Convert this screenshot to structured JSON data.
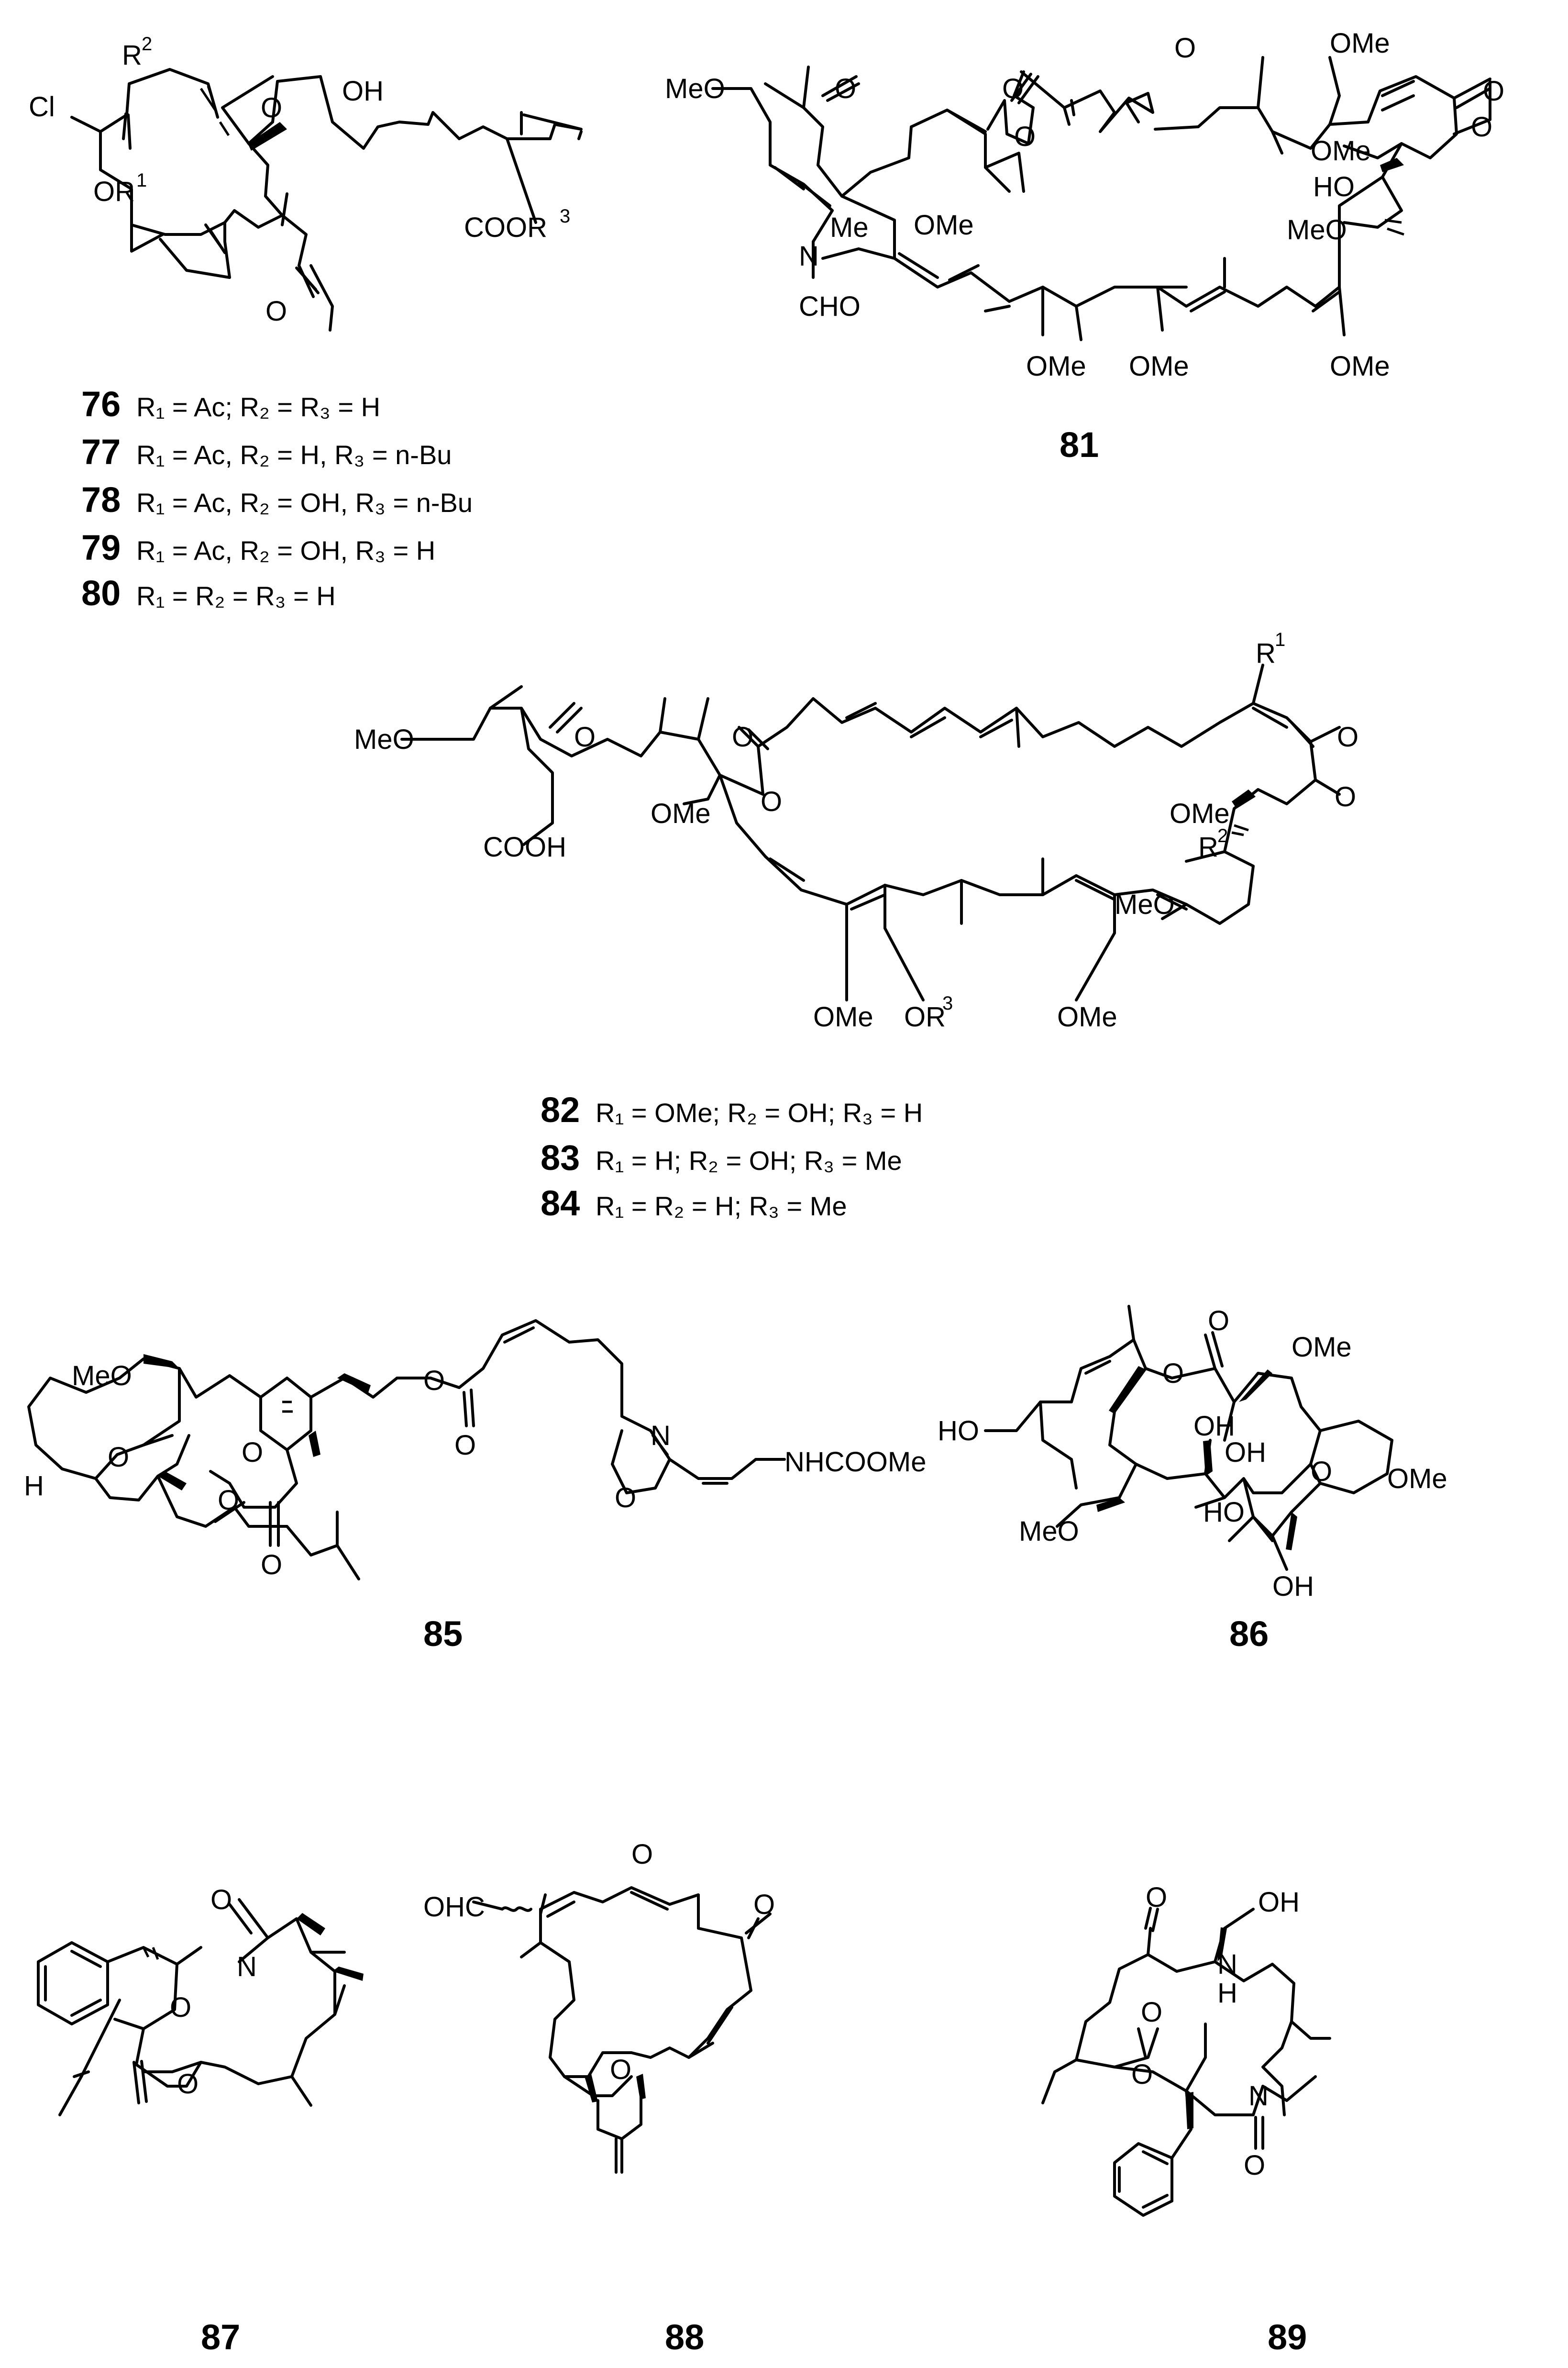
{
  "figure": {
    "compounds": [
      {
        "id": "76-80",
        "atom_labels": [
          "Cl",
          "R",
          "2",
          "O",
          "OH",
          "OR",
          "1",
          "O",
          "COOR",
          "3"
        ],
        "captions": [
          {
            "number": "76",
            "text": "R₁ = Ac; R₂ = R₃ = H"
          },
          {
            "number": "77",
            "text": "R₁ = Ac, R₂ = H, R₃ = n-Bu"
          },
          {
            "number": "78",
            "text": "R₁ = Ac, R₂ = OH, R₃ = n-Bu"
          },
          {
            "number": "79",
            "text": "R₁ = Ac, R₂ = OH, R₃ = H"
          },
          {
            "number": "80",
            "text": "R₁ = R₂ = R₃ = H"
          }
        ]
      },
      {
        "id": "81",
        "atom_labels": [
          "MeO",
          "O",
          "N",
          "Me",
          "CHO",
          "OMe",
          "O",
          "O",
          "O",
          "OMe",
          "O",
          "O",
          "OMe",
          "HO",
          "MeO",
          "OMe",
          "OMe",
          "OMe"
        ],
        "captions": [
          {
            "number": "81",
            "text": ""
          }
        ]
      },
      {
        "id": "82-84",
        "atom_labels": [
          "MeO",
          "O",
          "COOH",
          "OMe",
          "O",
          "O",
          "R",
          "1",
          "O",
          "O",
          "OMe",
          "R",
          "2",
          "MeO",
          "OMe",
          "OR",
          "3",
          "OMe"
        ],
        "captions": [
          {
            "number": "82",
            "text": "R₁ = OMe; R₂ = OH; R₃ = H"
          },
          {
            "number": "83",
            "text": "R₁ = H; R₂ = OH; R₃ = Me"
          },
          {
            "number": "84",
            "text": "R₁ = R₂ = H; R₃ = Me"
          }
        ]
      },
      {
        "id": "85",
        "atom_labels": [
          "MeO",
          "O",
          "O",
          "O",
          "H",
          "O",
          "O",
          "O",
          "O",
          "N",
          "NHCOOMe"
        ],
        "captions": [
          {
            "number": "85",
            "text": ""
          }
        ]
      },
      {
        "id": "86",
        "atom_labels": [
          "HO",
          "O",
          "O",
          "OMe",
          "OH",
          "OH",
          "O",
          "MeO",
          "HO",
          "OMe",
          "OH"
        ],
        "captions": [
          {
            "number": "86",
            "text": ""
          }
        ]
      },
      {
        "id": "87",
        "atom_labels": [
          "O",
          "N",
          "O",
          "O"
        ],
        "captions": [
          {
            "number": "87",
            "text": ""
          }
        ]
      },
      {
        "id": "88",
        "atom_labels": [
          "O",
          "OHC",
          "O",
          "O"
        ],
        "captions": [
          {
            "number": "88",
            "text": ""
          }
        ]
      },
      {
        "id": "89",
        "atom_labels": [
          "O",
          "N",
          "H",
          "OH",
          "O",
          "N",
          "O",
          "O"
        ],
        "captions": [
          {
            "number": "89",
            "text": ""
          }
        ]
      }
    ]
  }
}
